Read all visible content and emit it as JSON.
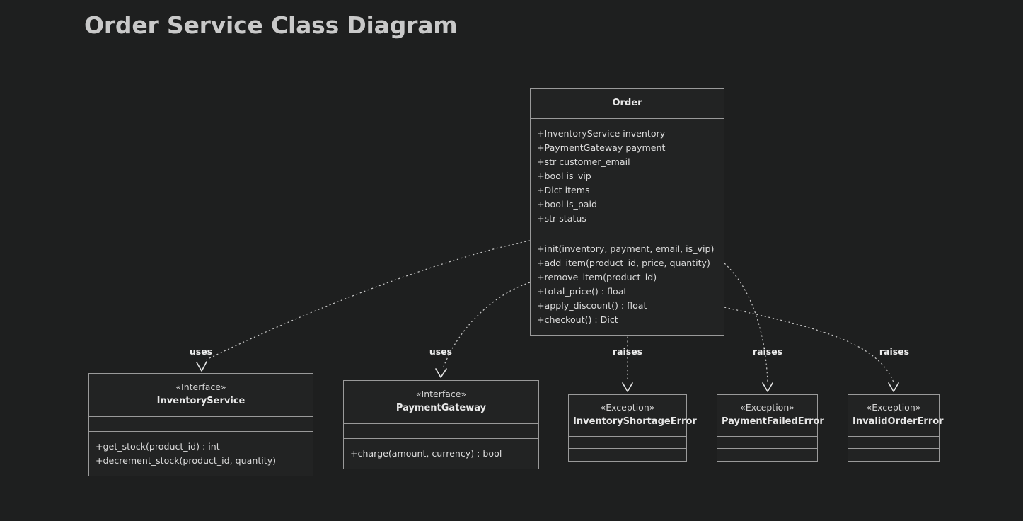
{
  "title": "Order Service Class Diagram",
  "classes": {
    "order": {
      "name": "Order",
      "attributes": [
        "+InventoryService inventory",
        "+PaymentGateway payment",
        "+str customer_email",
        "+bool is_vip",
        "+Dict items",
        "+bool is_paid",
        "+str status"
      ],
      "methods": [
        "+init(inventory, payment, email, is_vip)",
        "+add_item(product_id, price, quantity)",
        "+remove_item(product_id)",
        "+total_price() : float",
        "+apply_discount() : float",
        "+checkout() : Dict"
      ]
    },
    "inventory_service": {
      "stereotype": "«Interface»",
      "name": "InventoryService",
      "attributes": [],
      "methods": [
        "+get_stock(product_id) : int",
        "+decrement_stock(product_id, quantity)"
      ]
    },
    "payment_gateway": {
      "stereotype": "«Interface»",
      "name": "PaymentGateway",
      "attributes": [],
      "methods": [
        "+charge(amount, currency) : bool"
      ]
    },
    "inventory_shortage_error": {
      "stereotype": "«Exception»",
      "name": "InventoryShortageError",
      "attributes": [],
      "methods": []
    },
    "payment_failed_error": {
      "stereotype": "«Exception»",
      "name": "PaymentFailedError",
      "attributes": [],
      "methods": []
    },
    "invalid_order_error": {
      "stereotype": "«Exception»",
      "name": "InvalidOrderError",
      "attributes": [],
      "methods": []
    }
  },
  "edges": [
    {
      "id": "uses-inventoryservice",
      "label": "uses",
      "from": "order",
      "to": "inventory_service"
    },
    {
      "id": "uses-paymentgateway",
      "label": "uses",
      "from": "order",
      "to": "payment_gateway"
    },
    {
      "id": "raises-inventoryshortageerror",
      "label": "raises",
      "from": "order",
      "to": "inventory_shortage_error"
    },
    {
      "id": "raises-paymentfailederror",
      "label": "raises",
      "from": "order",
      "to": "payment_failed_error"
    },
    {
      "id": "raises-invalidordererror",
      "label": "raises",
      "from": "order",
      "to": "invalid_order_error"
    }
  ],
  "colors": {
    "background": "#1e1f1f",
    "box_fill": "#222323",
    "border": "#9a9a9a",
    "text": "#dcdcdc",
    "title": "#c9c9c9",
    "edge": "#c8c8c8"
  }
}
